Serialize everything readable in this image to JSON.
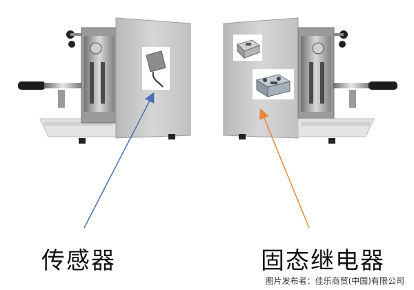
{
  "labels": {
    "sensor": "传感器",
    "relay": "固态继电器"
  },
  "credit": "图片发布者：佳乐商贸(中国)有限公司",
  "colors": {
    "sensor_arrow": "#4a6fb5",
    "relay_arrow": "#e8843c",
    "machine_panel": "#c9c9c9"
  },
  "icons": {
    "left_machine": "espresso-machine-icon",
    "right_machine": "espresso-machine-icon",
    "sensor": "sensor-module-icon",
    "relay_small": "solid-state-relay-icon",
    "relay_large": "solid-state-relay-icon"
  }
}
